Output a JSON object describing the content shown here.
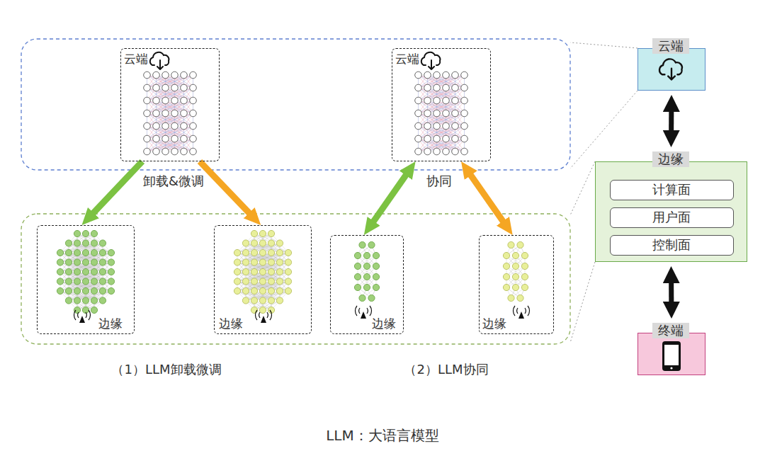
{
  "diagram": {
    "caption": "LLM：大语言模型",
    "nodes": [
      {
        "text": [
          "云端"
        ]
      },
      {
        "text": [
          "云端"
        ]
      },
      {
        "text": [
          "边缘"
        ]
      },
      {
        "text": [
          "边缘"
        ]
      },
      {
        "text": [
          "边缘"
        ]
      },
      {
        "text": [
          "边缘"
        ]
      },
      {
        "text": [
          "云端"
        ]
      },
      {
        "text": [
          "边缘"
        ]
      },
      {
        "text": [
          "计算面"
        ],
        "in": 7
      },
      {
        "text": [
          "用户面"
        ],
        "in": 7
      },
      {
        "text": [
          "控制面"
        ],
        "in": 7
      },
      {
        "text": [
          "终端"
        ]
      }
    ],
    "edges": [
      {
        "from": 0,
        "to": 2,
        "arrow": "to"
      },
      {
        "from": 0,
        "to": 3,
        "arrow": "to"
      },
      {
        "from": 4,
        "to": 1,
        "arrow": "both"
      },
      {
        "from": 1,
        "to": 5,
        "arrow": "both"
      },
      {
        "from": 6,
        "to": 7,
        "arrow": "both"
      },
      {
        "from": 7,
        "to": 11,
        "arrow": "both"
      }
    ],
    "labels": [
      "卸载&微调",
      "协同",
      "（1）LLM卸载微调",
      "（2）LLM协同"
    ]
  }
}
